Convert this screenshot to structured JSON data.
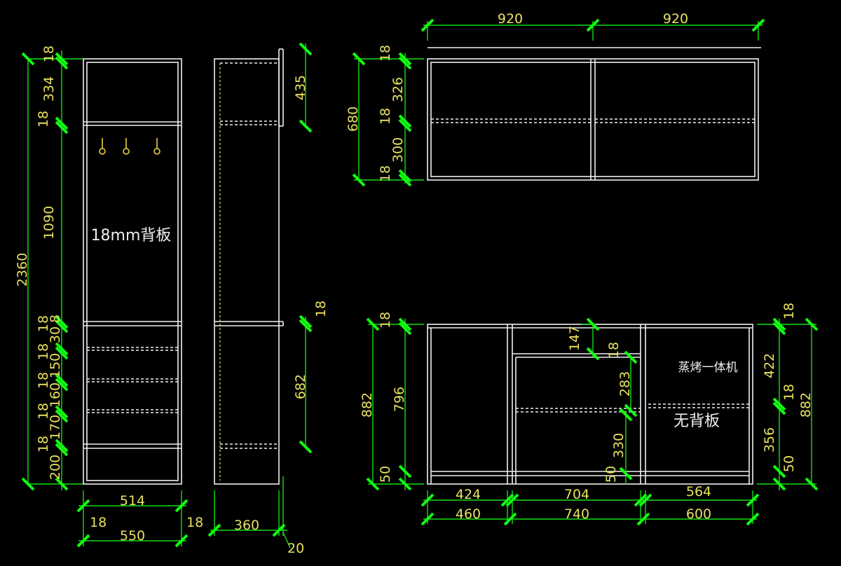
{
  "front_view": {
    "back_panel_label": "18mm背板",
    "height_total": "2360",
    "heights": [
      "18",
      "334",
      "18",
      "1090",
      "18",
      "30",
      "8",
      "18",
      "150",
      "18",
      "160",
      "18",
      "170",
      "18",
      "200"
    ],
    "width_inner": "514",
    "width_total": "550",
    "side_left": "18",
    "side_right": "18"
  },
  "side_view": {
    "top_height": "435",
    "panel": "18",
    "lower_height": "682",
    "depth": "360",
    "back_offset": "20"
  },
  "wall_cabinet": {
    "widths": [
      "920",
      "920"
    ],
    "height_total": "680",
    "heights": [
      "18",
      "326",
      "18",
      "300",
      "18"
    ]
  },
  "base_cabinet": {
    "appliance_label": "蒸烤一体机",
    "no_back_label": "无背板",
    "height_total_left": "882",
    "height_inner_left": "796",
    "left_heights": [
      "18",
      "50"
    ],
    "mid_heights": [
      "147",
      "18",
      "283",
      "330",
      "50"
    ],
    "right_heights": [
      "18",
      "422",
      "18",
      "356",
      "50"
    ],
    "height_total_right": "882",
    "inner_widths": [
      "424",
      "704",
      "564"
    ],
    "outer_widths": [
      "460",
      "740",
      "600"
    ]
  }
}
